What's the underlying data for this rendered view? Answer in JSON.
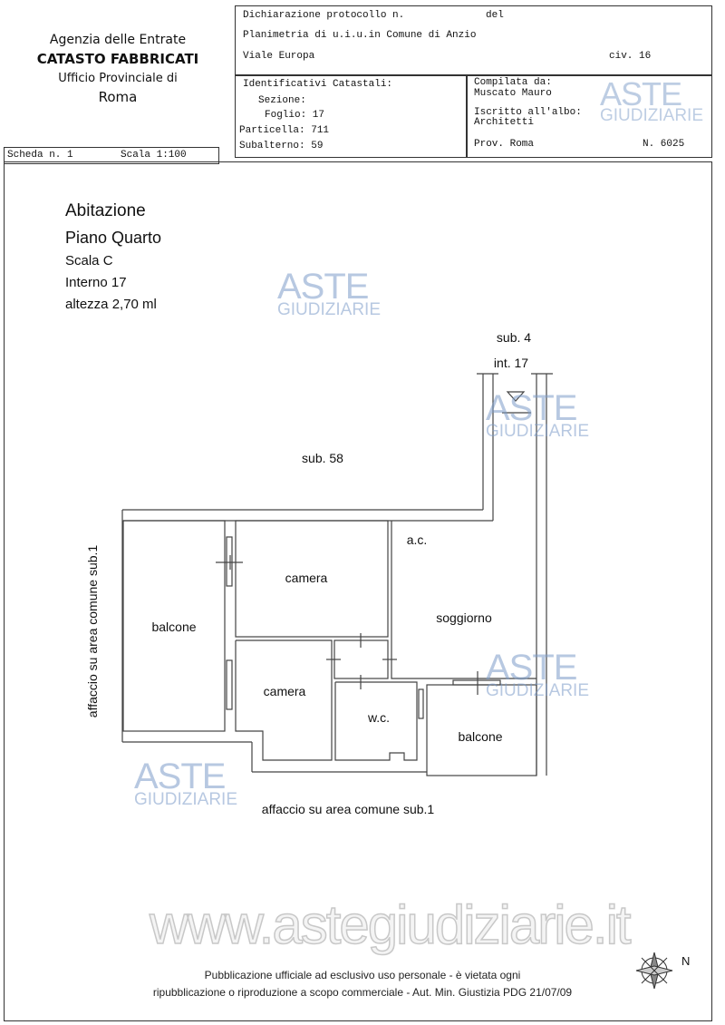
{
  "agency": {
    "line1": "Agenzia delle Entrate",
    "line2": "CATASTO FABBRICATI",
    "line3": "Ufficio Provinciale di",
    "line4": "Roma"
  },
  "header": {
    "dichiarazione": "Dichiarazione protocollo n.",
    "del": "del",
    "planimetria": "Planimetria di u.i.u.in Comune di Anzio",
    "via": "Viale Europa",
    "civ": "civ. 16"
  },
  "identificativi": {
    "title": "Identificativi Catastali:",
    "sezione": "Sezione:",
    "foglio": "Foglio: 17",
    "particella": "Particella: 711",
    "subalterno": "Subalterno: 59"
  },
  "compilata": {
    "label": "Compilata da:",
    "name": "Muscato Mauro",
    "iscritto": "Iscritto all'albo:",
    "albo": "Architetti",
    "prov": "Prov. Roma",
    "numero": "N. 6025"
  },
  "scheda": {
    "scheda": "Scheda n. 1",
    "scala": "Scala 1:100"
  },
  "info": {
    "type": "Abitazione",
    "floor": "Piano Quarto",
    "stair": "Scala C",
    "interno": "Interno 17",
    "height": "altezza 2,70 ml"
  },
  "plan": {
    "sub4": "sub. 4",
    "int17": "int. 17",
    "sub58": "sub. 58",
    "ac": "a.c.",
    "camera1": "camera",
    "camera2": "camera",
    "soggiorno": "soggiorno",
    "wc": "w.c.",
    "balcone_left": "balcone",
    "balcone_right": "balcone",
    "affaccio_left": "affaccio su area comune sub.1",
    "affaccio_bottom": "affaccio su area comune sub.1"
  },
  "watermark": {
    "aste": "ASTE",
    "giudiziarie": "GIUDIZIARIE",
    "site": "www.astegiudiziarie.it"
  },
  "compass": {
    "north": "N"
  },
  "footer": {
    "line1": "Pubblicazione ufficiale ad esclusivo uso personale - è vietata ogni",
    "line2": "ripubblicazione o riproduzione a scopo commerciale - Aut. Min. Giustizia PDG 21/07/09"
  }
}
